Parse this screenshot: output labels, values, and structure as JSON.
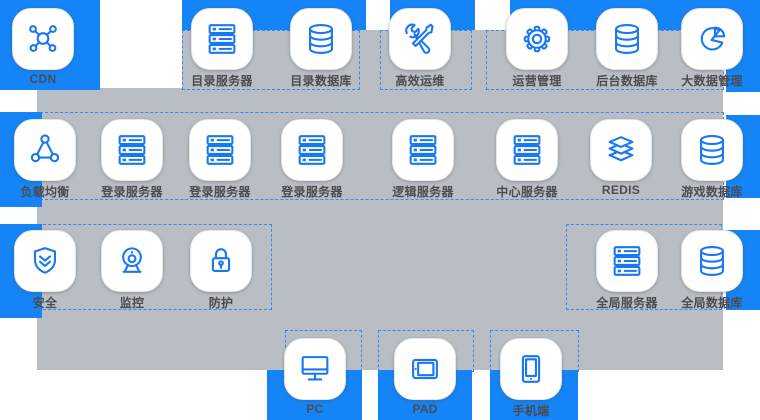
{
  "diagram": {
    "title": "game-platform-architecture"
  },
  "colors": {
    "accent_blue": "#1584f6",
    "icon_blue": "#1877f2",
    "panel_gray": "#b9bec4",
    "dashed_border": "#3a86f8",
    "label_text": "#4a4c50"
  },
  "nodes": [
    {
      "label": "CDN",
      "icon": "cdn-hub-icon"
    },
    {
      "label": "目录服务器",
      "icon": "server-icon"
    },
    {
      "label": "目录数据库",
      "icon": "database-icon"
    },
    {
      "label": "高效运维",
      "icon": "tools-icon"
    },
    {
      "label": "运营管理",
      "icon": "gear-icon"
    },
    {
      "label": "后台数据库",
      "icon": "database-icon"
    },
    {
      "label": "大数据管理",
      "icon": "pie-chart-icon"
    },
    {
      "label": "负载均衡",
      "icon": "load-balancer-icon"
    },
    {
      "label": "登录服务器",
      "icon": "server-icon"
    },
    {
      "label": "登录服务器",
      "icon": "server-icon"
    },
    {
      "label": "登录服务器",
      "icon": "server-icon"
    },
    {
      "label": "逻辑服务器",
      "icon": "server-icon"
    },
    {
      "label": "中心服务器",
      "icon": "server-icon"
    },
    {
      "label": "REDIS",
      "icon": "layers-icon"
    },
    {
      "label": "游戏数据库",
      "icon": "database-icon"
    },
    {
      "label": "安全",
      "icon": "shield-icon"
    },
    {
      "label": "监控",
      "icon": "webcam-icon"
    },
    {
      "label": "防护",
      "icon": "lock-icon"
    },
    {
      "label": "全局服务器",
      "icon": "server-icon"
    },
    {
      "label": "全局数据库",
      "icon": "database-icon"
    },
    {
      "label": "PC",
      "icon": "monitor-icon"
    },
    {
      "label": "PAD",
      "icon": "tablet-icon"
    },
    {
      "label": "手机端",
      "icon": "phone-icon"
    }
  ]
}
